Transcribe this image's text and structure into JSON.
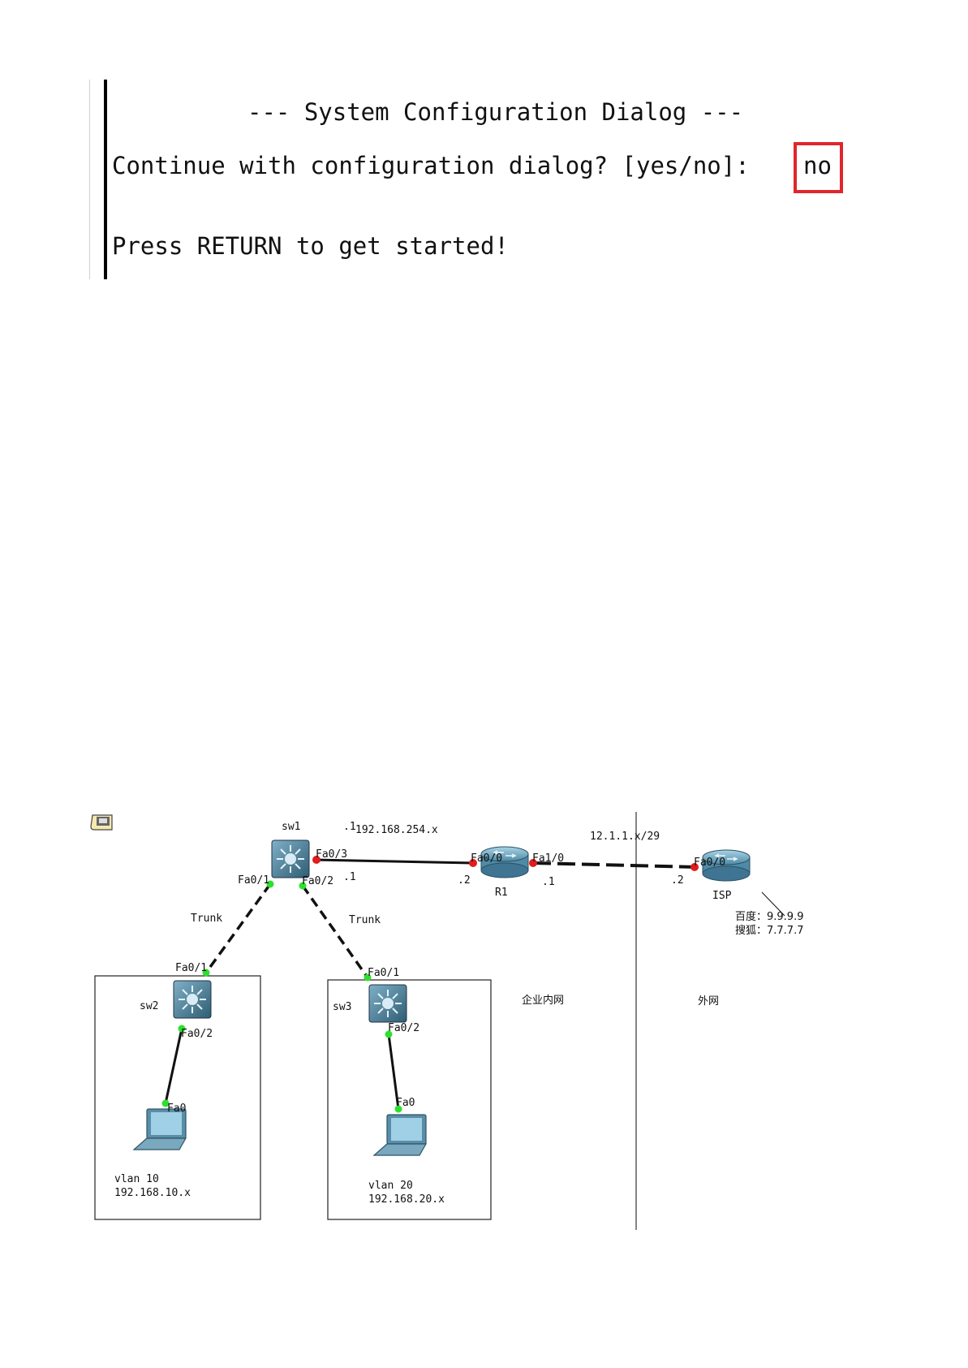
{
  "terminal": {
    "title": "--- System Configuration Dialog ---",
    "prompt": "Continue with configuration dialog? [yes/no]:",
    "answer": "no",
    "press_return": "Press RETURN to get started!",
    "highlight_color": "#e0262b"
  },
  "topology": {
    "devices": {
      "sw1": "sw1",
      "sw2": "sw2",
      "sw3": "sw3",
      "r1": "R1",
      "isp": "ISP"
    },
    "ports": {
      "sw1_fa03": "Fa0/3",
      "sw1_fa01": "Fa0/1",
      "sw1_fa02": "Fa0/2",
      "r1_fa00": "Fa0/0",
      "r1_fa10": "Fa1/0",
      "isp_fa00": "Fa0/0",
      "sw2_fa01": "Fa0/1",
      "sw2_fa02": "Fa0/2",
      "sw3_fa01": "Fa0/1",
      "sw3_fa02": "Fa0/2",
      "pc1_fa0": "Fa0",
      "pc2_fa0": "Fa0"
    },
    "addresses": {
      "sw1_host_top": ".1",
      "link1_net": "192.168.254.x",
      "sw1_host": ".1",
      "r1_host_left": ".2",
      "r1_host_right": ".1",
      "link2_net": "12.1.1.x/29",
      "isp_host": ".2"
    },
    "trunk_left": "Trunk",
    "trunk_right": "Trunk",
    "isp_info": {
      "baidu": "百度：9.9.9.9",
      "sohu": "搜狐：7.7.7.7"
    },
    "vlan10": {
      "name": "vlan 10",
      "net": "192.168.10.x"
    },
    "vlan20": {
      "name": "vlan 20",
      "net": "192.168.20.x"
    },
    "zones": {
      "intranet": "企业内网",
      "external": "外网"
    },
    "colors": {
      "switch_body": "#3d6d85",
      "router_body": "#4f8aa6",
      "link_up": "#2ee02e",
      "link_down": "#e01c1c"
    }
  }
}
